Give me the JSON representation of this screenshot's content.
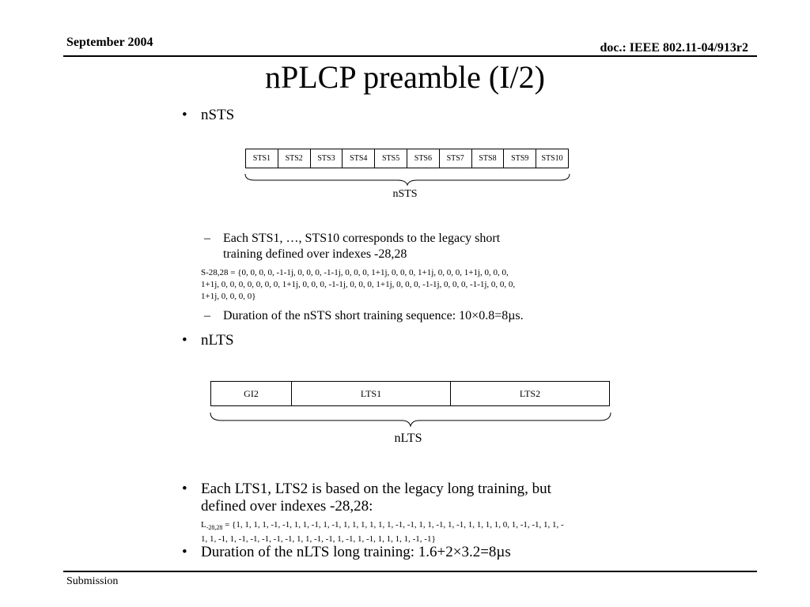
{
  "header": {
    "date": "September 2004",
    "doc": "doc.: IEEE 802.11-04/913r2"
  },
  "title": "nPLCP preamble (I/2)",
  "nsts": {
    "bullet": "nSTS",
    "cells": [
      "STS1",
      "STS2",
      "STS3",
      "STS4",
      "STS5",
      "STS6",
      "STS7",
      "STS8",
      "STS9",
      "STS10"
    ],
    "brace_label": "nSTS",
    "sub1_line1": "Each STS1, …, STS10 corresponds to the legacy short",
    "sub1_line2": "training defined over indexes -28,28",
    "seq_line1": "S-28,28 = {0, 0, 0, 0, -1-1j, 0, 0, 0, -1-1j, 0, 0, 0, 1+1j, 0, 0, 0, 1+1j, 0, 0, 0, 1+1j, 0, 0, 0,",
    "seq_line2": "1+1j, 0, 0, 0, 0, 0, 0, 0, 1+1j, 0, 0, 0, -1-1j, 0, 0, 0, 1+1j, 0, 0, 0, -1-1j, 0, 0, 0, -1-1j, 0, 0, 0,",
    "seq_line3": "1+1j, 0, 0, 0, 0}",
    "sub2": "Duration of the nSTS short training sequence: 10×0.8=8µs."
  },
  "nlts": {
    "bullet": "nLTS",
    "cells": [
      "GI2",
      "LTS1",
      "LTS2"
    ],
    "brace_label": "nLTS",
    "bullet2_line1": "Each LTS1, LTS2 is based on the legacy long training, but",
    "bullet2_line2": "defined over indexes -28,28:",
    "seq_prefix": "L",
    "seq_subscript": "-28,28",
    "seq_line1": " = {1, 1, 1, 1, -1, -1, 1, 1, -1, 1, -1, 1, 1, 1, 1, 1, 1, -1, -1, 1, 1, -1, 1, -1, 1, 1, 1, 1, 0, 1, -1, -1, 1, 1, -",
    "seq_line2": "1, 1, -1, 1, -1, -1, -1, -1, -1, 1, 1, -1, -1, 1, -1, 1, -1, 1, 1, 1, 1, -1, -1}",
    "bullet3": "Duration of the nLTS long training: 1.6+2×3.2=8µs"
  },
  "footer": {
    "label": "Submission"
  }
}
